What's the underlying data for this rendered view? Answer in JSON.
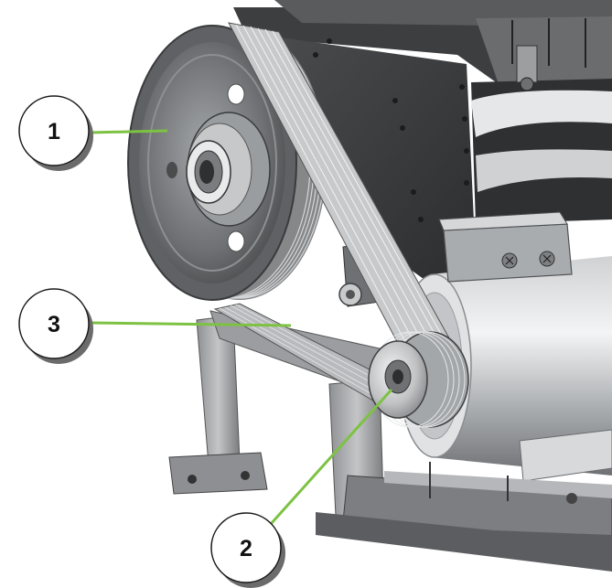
{
  "callouts": [
    {
      "label": "1"
    },
    {
      "label": "2"
    },
    {
      "label": "3"
    }
  ],
  "colors": {
    "leader_line": "#7dc242",
    "callout_fill": "#ffffff",
    "callout_stroke": "#1a1a1a",
    "callout_shadow": "#6b6b6b",
    "metal_dark": "#3f4042",
    "metal_mid": "#707275",
    "metal_light": "#b9bcbf",
    "metal_highlight": "#e4e6e8",
    "belt": "#d8d9db"
  }
}
